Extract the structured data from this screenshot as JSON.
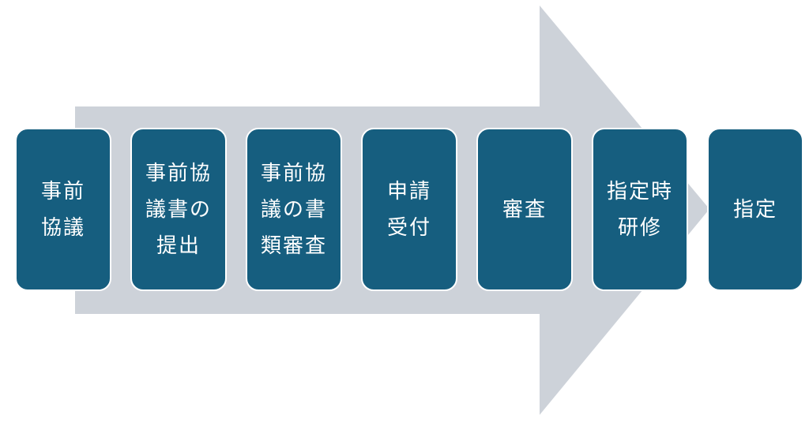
{
  "colors": {
    "arrow": "#cdd2d9",
    "box": "#165e7f",
    "box_border": "#ffffff",
    "text": "#ffffff"
  },
  "steps": [
    {
      "label": "事前\n協議"
    },
    {
      "label": "事前協\n議書の\n提出"
    },
    {
      "label": "事前協\n議の書\n類審査"
    },
    {
      "label": "申請\n受付"
    },
    {
      "label": "審査"
    },
    {
      "label": "指定時\n研修"
    },
    {
      "label": "指定"
    }
  ]
}
